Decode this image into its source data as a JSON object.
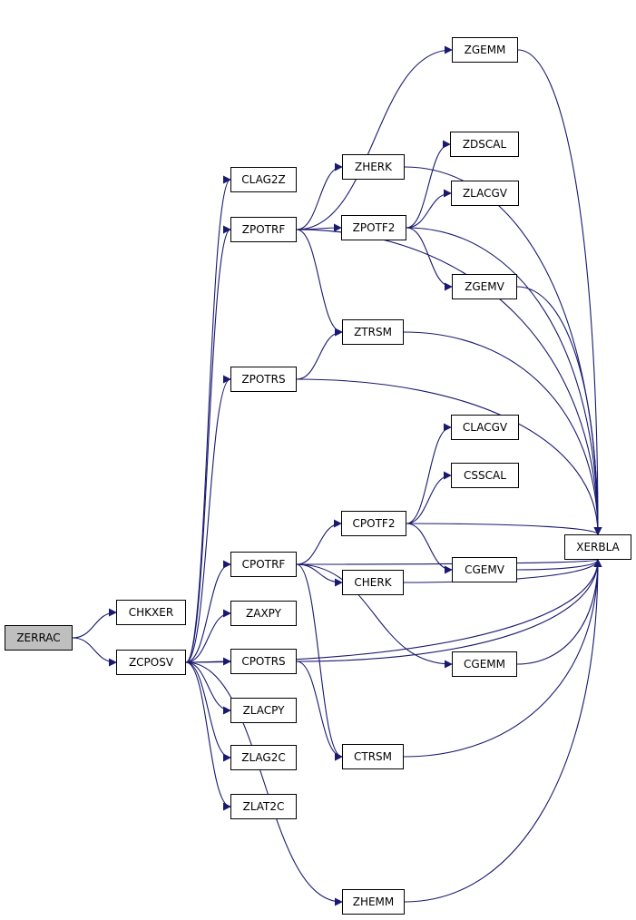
{
  "colors": {
    "edge": "#191970",
    "node_border": "#000000",
    "node_fill": "#ffffff",
    "root_fill": "#bfbfbf"
  },
  "nodes": {
    "zerrac": "ZERRAC",
    "chkxer": "CHKXER",
    "zcposv": "ZCPOSV",
    "clag2z": "CLAG2Z",
    "zpotrf": "ZPOTRF",
    "zpotrs": "ZPOTRS",
    "cpotrf": "CPOTRF",
    "zaxpy": "ZAXPY",
    "cpotrs": "CPOTRS",
    "zlacpy": "ZLACPY",
    "zlag2c": "ZLAG2C",
    "zlat2c": "ZLAT2C",
    "zgemm": "ZGEMM",
    "zherk": "ZHERK",
    "zdscal": "ZDSCAL",
    "zlacgv": "ZLACGV",
    "zpotf2": "ZPOTF2",
    "zgemv": "ZGEMV",
    "ztrsm": "ZTRSM",
    "clacgv": "CLACGV",
    "csscal": "CSSCAL",
    "cpotf2": "CPOTF2",
    "cgemv": "CGEMV",
    "cherk": "CHERK",
    "cgemm": "CGEMM",
    "ctrsm": "CTRSM",
    "zhemm": "ZHEMM",
    "xerbla": "XERBLA"
  },
  "edges": [
    [
      "zerrac",
      "chkxer"
    ],
    [
      "zerrac",
      "zcposv"
    ],
    [
      "zcposv",
      "clag2z"
    ],
    [
      "zcposv",
      "zpotrf"
    ],
    [
      "zcposv",
      "zpotrs"
    ],
    [
      "zcposv",
      "cpotrf"
    ],
    [
      "zcposv",
      "zaxpy"
    ],
    [
      "zcposv",
      "cpotrs"
    ],
    [
      "zcposv",
      "zlacpy"
    ],
    [
      "zcposv",
      "zlag2c"
    ],
    [
      "zcposv",
      "zlat2c"
    ],
    [
      "zcposv",
      "zhemm"
    ],
    [
      "zcposv",
      "xerbla"
    ],
    [
      "zpotrf",
      "zgemm"
    ],
    [
      "zpotrf",
      "zherk"
    ],
    [
      "zpotrf",
      "zpotf2"
    ],
    [
      "zpotrf",
      "ztrsm"
    ],
    [
      "zpotrf",
      "xerbla"
    ],
    [
      "zpotf2",
      "zdscal"
    ],
    [
      "zpotf2",
      "zlacgv"
    ],
    [
      "zpotf2",
      "zgemv"
    ],
    [
      "zpotf2",
      "xerbla"
    ],
    [
      "zpotrs",
      "ztrsm"
    ],
    [
      "zpotrs",
      "xerbla"
    ],
    [
      "cpotrf",
      "cpotf2"
    ],
    [
      "cpotrf",
      "cherk"
    ],
    [
      "cpotrf",
      "cgemm"
    ],
    [
      "cpotrf",
      "ctrsm"
    ],
    [
      "cpotrf",
      "xerbla"
    ],
    [
      "cpotf2",
      "clacgv"
    ],
    [
      "cpotf2",
      "csscal"
    ],
    [
      "cpotf2",
      "cgemv"
    ],
    [
      "cpotf2",
      "xerbla"
    ],
    [
      "cpotrs",
      "ctrsm"
    ],
    [
      "cpotrs",
      "xerbla"
    ],
    [
      "zgemm",
      "xerbla"
    ],
    [
      "zherk",
      "xerbla"
    ],
    [
      "zgemv",
      "xerbla"
    ],
    [
      "ztrsm",
      "xerbla"
    ],
    [
      "cgemv",
      "xerbla"
    ],
    [
      "cherk",
      "xerbla"
    ],
    [
      "cgemm",
      "xerbla"
    ],
    [
      "ctrsm",
      "xerbla"
    ],
    [
      "zhemm",
      "xerbla"
    ]
  ]
}
